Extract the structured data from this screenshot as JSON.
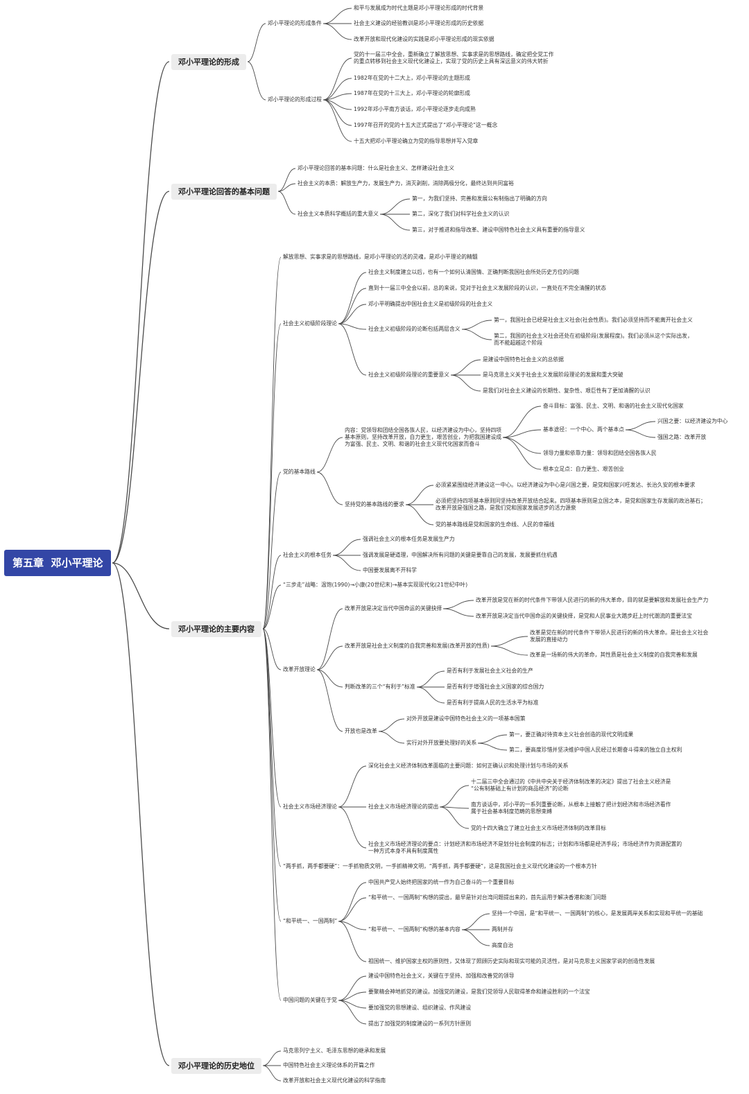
{
  "root": {
    "label": "第五章  邓小平理论",
    "children": [
      {
        "label": "邓小平理论的形成",
        "children": [
          {
            "label": "邓小平理论的形成条件",
            "children": [
              {
                "label": "和平与发展成为时代主题是邓小平理论形成的时代背景"
              },
              {
                "label": "社会主义建设的经验教训是邓小平理论形成的历史依据"
              },
              {
                "label": "改革开放和现代化建设的实践是邓小平理论形成的现实依据"
              }
            ]
          },
          {
            "label": "邓小平理论的形成过程",
            "children": [
              {
                "label": "党的十一届三中全会，重新确立了解放思想、实事求是的思想路线，确定把全党工作\n的重点转移到社会主义现代化建设上，实现了党的历史上具有深远意义的伟大转折"
              },
              {
                "label": "1982年在党的十二大上，邓小平理论的主题形成"
              },
              {
                "label": "1987年在党的十三大上，邓小平理论的轮廓形成"
              },
              {
                "label": "1992年邓小平南方谈话，邓小平理论逐步走向成熟"
              },
              {
                "label": "1997年召开的党的十五大正式提出了“邓小平理论”这一概念"
              },
              {
                "label": "十五大把邓小平理论确立为党的指导思想并写入党章"
              }
            ]
          }
        ]
      },
      {
        "label": "邓小平理论回答的基本问题",
        "children": [
          {
            "label": "邓小平理论回答的基本问题：什么是社会主义、怎样建设社会主义"
          },
          {
            "label": "社会主义的本质：解放生产力，发展生产力，消灭剥削，消除两极分化，最终达到共同富裕"
          },
          {
            "label": "社会主义本质科学概括的重大意义",
            "children": [
              {
                "label": "第一，为我们坚持、完善和发展公有制指出了明确的方向"
              },
              {
                "label": "第二，深化了我们对科学社会主义的认识"
              },
              {
                "label": "第三，对于推进和指导改革、建设中国特色社会主义具有重要的指导意义"
              }
            ]
          }
        ]
      },
      {
        "label": "邓小平理论的主要内容",
        "children": [
          {
            "label": "解放思想、实事求是的思想路线，是邓小平理论的活的灵魂，是邓小平理论的精髓"
          },
          {
            "label": "社会主义初级阶段理论",
            "children": [
              {
                "label": "社会主义制度建立以后，也有一个如何认清国情、正确判断我国社会所处历史方位的问题"
              },
              {
                "label": "直到十一届三中全会以前，总的来说，党对于社会主义发展阶段的认识，一直处在不完全清醒的状态"
              },
              {
                "label": "邓小平明确提出中国社会主义是初级阶段的社会主义"
              },
              {
                "label": "社会主义初级阶段的论断包括两层含义",
                "children": [
                  {
                    "label": "第一，我国社会已经是社会主义社会(社会性质)。我们必须坚持而不能离开社会主义"
                  },
                  {
                    "label": "第二，我国的社会主义社会还处在初级阶段(发展程度)。我们必须从这个实际出发，\n而不能超越这个阶段"
                  }
                ]
              },
              {
                "label": "社会主义初级阶段理论的重要意义",
                "children": [
                  {
                    "label": "是建设中国特色社会主义的总依据"
                  },
                  {
                    "label": "是马克思主义关于社会主义发展阶段理论的发展和重大突破"
                  },
                  {
                    "label": "是我们对社会主义建设的长期性、复杂性、艰巨性有了更加清醒的认识"
                  }
                ]
              }
            ]
          },
          {
            "label": "党的基本路线",
            "children": [
              {
                "label": "内容：党领导和团结全国各族人民，以经济建设为中心，坚持四项\n基本原则，坚持改革开放，自力更生，艰苦创业，为把我国建设成\n为富强、民主、文明、和谐的社会主义现代化国家而奋斗",
                "children": [
                  {
                    "label": "奋斗目标：富强、民主、文明、和谐的社会主义现代化国家"
                  },
                  {
                    "label": "基本途径：一个中心、两个基本点",
                    "children": [
                      {
                        "label": "兴国之要：以经济建设为中心"
                      },
                      {
                        "label": "强国之路：改革开放"
                      }
                    ]
                  },
                  {
                    "label": "领导力量和依靠力量：领导和团结全国各族人民"
                  },
                  {
                    "label": "根本立足点：自力更生、艰苦创业"
                  }
                ]
              },
              {
                "label": "坚持党的基本路线的要求",
                "children": [
                  {
                    "label": "必须紧紧围绕经济建设这一中心。以经济建设为中心是兴国之要，是党和国家兴旺发达、长治久安的根本要求"
                  },
                  {
                    "label": "必须把坚持四项基本原则同坚持改革开放结合起来。四项基本原则是立国之本，是党和国家生存发展的政治基石；\n改革开放是强国之路，是我们党和国家发展进步的活力源泉"
                  },
                  {
                    "label": "党的基本路线是党和国家的生命线、人民的幸福线"
                  }
                ]
              }
            ]
          },
          {
            "label": "社会主义的根本任务",
            "children": [
              {
                "label": "强调社会主义的根本任务是发展生产力"
              },
              {
                "label": "强调发展是硬道理，中国解决所有问题的关键是要靠自己的发展，发展要抓住机遇"
              },
              {
                "label": "中国要发展离不开科学"
              }
            ]
          },
          {
            "label": "“三步走”战略：温饱(1990)→小康(20世纪末)→基本实现现代化(21世纪中叶)"
          },
          {
            "label": "改革开放理论",
            "children": [
              {
                "label": "改革开放是决定当代中国命运的关键抉择",
                "children": [
                  {
                    "label": "改革开放是党在新的时代条件下带领人民进行的新的伟大革命，目的就是要解放和发展社会生产力"
                  },
                  {
                    "label": "改革开放是决定当代中国命运的关键抉择，是党和人民事业大踏步赶上时代潮流的重要法宝"
                  }
                ]
              },
              {
                "label": "改革开放是社会主义制度的自我完善和发展(改革开放的性质)",
                "children": [
                  {
                    "label": "改革是党在新的时代条件下带领人民进行的新的伟大革命。是社会主义社会\n发展的直接动力"
                  },
                  {
                    "label": "改革是一场新的伟大的革命，其性质是社会主义制度的自我完善和发展"
                  }
                ]
              },
              {
                "label": "判断改革的三个“有利于”标准",
                "children": [
                  {
                    "label": "是否有利于发展社会主义社会的生产"
                  },
                  {
                    "label": "是否有利于增强社会主义国家的综合国力"
                  },
                  {
                    "label": "是否有利于提高人民的生活水平为标准"
                  }
                ]
              },
              {
                "label": "开放也是改革",
                "children": [
                  {
                    "label": "对外开放是建设中国特色社会主义的一项基本国策"
                  },
                  {
                    "label": "实行对外开放要处理好的关系",
                    "children": [
                      {
                        "label": "第一，要正确对待资本主义社会创造的现代文明成果"
                      },
                      {
                        "label": "第二，要高度珍惜并坚决维护中国人民经过长期奋斗得来的独立自主权利"
                      }
                    ]
                  }
                ]
              }
            ]
          },
          {
            "label": "社会主义市场经济理论",
            "children": [
              {
                "label": "深化社会主义经济体制改革面临的主要问题：如何正确认识和处理计划与市场的关系"
              },
              {
                "label": "社会主义市场经济理论的提出",
                "children": [
                  {
                    "label": "十二届三中全会通过的《中共中央关于经济体制改革的决定》提出了社会主义经济是\n“公有制基础上有计划的商品经济”的论断"
                  },
                  {
                    "label": "南方谈话中，邓小平的一系列重要论断，从根本上接触了把计划经济和市场经济看作\n属于社会基本制度范畴的思想束缚"
                  },
                  {
                    "label": "党的十四大确立了建立社会主义市场经济体制的改革目标"
                  }
                ]
              },
              {
                "label": "社会主义市场经济理论的要点：计划经济和市场经济不是划分社会制度的标志；计划和市场都是经济手段；市场经济作为资源配置的\n一种方式本身不具有制度属性"
              }
            ]
          },
          {
            "label": "“两手抓，两手都要硬”：一手抓物质文明，一手抓精神文明，“两手抓，两手都要硬”，这是我国社会主义现代化建设的一个根本方针"
          },
          {
            "label": "“和平统一、一国两制”",
            "children": [
              {
                "label": "中国共产党人始终把国家的统一作为自己奋斗的一个重要目标"
              },
              {
                "label": "“和平统一、一国两制”构想的提出，最早是针对台湾问题提出来的，首先运用于解决香港和澳门问题"
              },
              {
                "label": "“和平统一、一国两制”构想的基本内容",
                "children": [
                  {
                    "label": "坚持一个中国，是“和平统一、一国两制”的核心，是发展两岸关系和实现和平统一的基础"
                  },
                  {
                    "label": "两制并存"
                  },
                  {
                    "label": "高度自治"
                  }
                ]
              },
              {
                "label": "祖国统一、维护国家主权的原则性，又体现了照顾历史实际和现实可能的灵活性，是对马克思主义国家学说的创造性发展"
              }
            ]
          },
          {
            "label": "中国问题的关键在于党",
            "children": [
              {
                "label": "建设中国特色社会主义，关键在于坚持、加强和改善党的领导"
              },
              {
                "label": "要聚精会神地抓党的建设。加强党的建设，是我们党领导人民取得革命和建设胜利的一个法宝"
              },
              {
                "label": "要加强党的思想建设、组织建设、作风建设"
              },
              {
                "label": "提出了加强党的制度建设的一系列方针原则"
              }
            ]
          }
        ]
      },
      {
        "label": "邓小平理论的历史地位",
        "children": [
          {
            "label": "马克思列宁主义、毛泽东思想的继承和发展"
          },
          {
            "label": "中国特色社会主义理论体系的开篇之作"
          },
          {
            "label": "改革开放和社会主义现代化建设的科学指南"
          }
        ]
      }
    ]
  }
}
